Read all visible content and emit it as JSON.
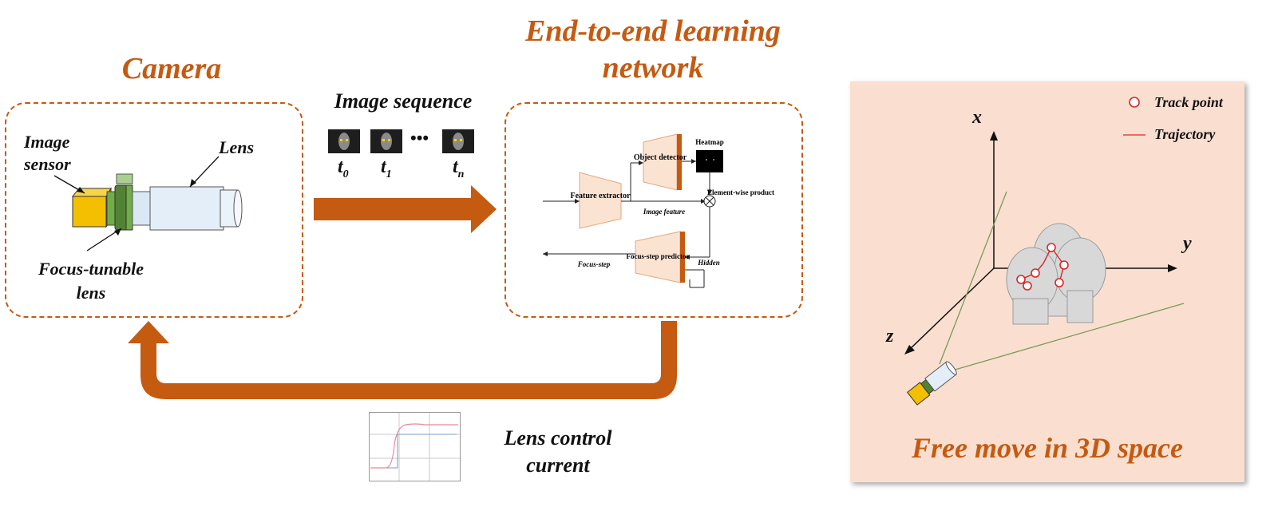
{
  "camera": {
    "title": "Camera",
    "image_sensor_label": "Image sensor",
    "lens_label": "Lens",
    "focus_tunable_label": "Focus-tunable lens"
  },
  "sequence": {
    "title": "Image sequence",
    "ellipsis": "•••",
    "frames": [
      {
        "label_base": "t",
        "label_sub": "0"
      },
      {
        "label_base": "t",
        "label_sub": "1"
      },
      {
        "label_base": "t",
        "label_sub": "n"
      }
    ]
  },
  "network": {
    "title": "End-to-end learning network",
    "feature_extractor": "Feature extractor",
    "object_detector": "Object detector",
    "heatmap": "Heatmap",
    "element_wise": "Element-wise product",
    "image_feature": "Image feature",
    "focus_step_predictor": "Focus-step predictor",
    "hidden": "Hidden",
    "focus_step": "Focus-step"
  },
  "feedback": {
    "lens_control": "Lens control current"
  },
  "space": {
    "title": "Free move in 3D space",
    "axis_x": "x",
    "axis_y": "y",
    "axis_z": "z",
    "legend_track": "Track point",
    "legend_trajectory": "Trajectory",
    "bg_color": "#fadfd0"
  },
  "colors": {
    "accent": "#c55a11",
    "arrow": "#c55a11",
    "block_fill": "#fbe3d2"
  }
}
